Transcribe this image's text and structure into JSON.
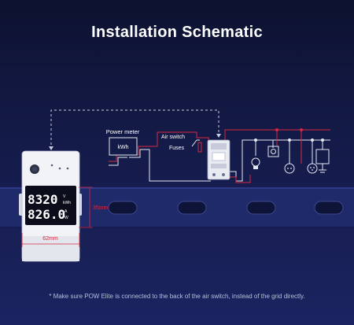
{
  "title": "Installation Schematic",
  "labels": {
    "power_meter": "Power meter",
    "kwh": "kWh",
    "air_switch": "Air switch",
    "fuses": "Fuses",
    "height_dim": "35mm",
    "width_dim": "62mm"
  },
  "display": {
    "line1_value": "8320",
    "line1_unit_top": "V",
    "line1_unit_bottom": "kWh",
    "line2_value": "826.0",
    "line2_unit_top": "A",
    "line2_unit_bottom": "W"
  },
  "footnote": "* Make sure POW Elite is connected to the back of the air switch, instead of the grid directly.",
  "colors": {
    "live_wire": "#d8283f",
    "neutral_wire": "#e6e8ef",
    "connection_dash": "#c9cde0",
    "dimension": "#d8283f",
    "device_body": "#f2f3f7",
    "screen": "#0b0d1a",
    "rail": "#1f2a6a"
  }
}
